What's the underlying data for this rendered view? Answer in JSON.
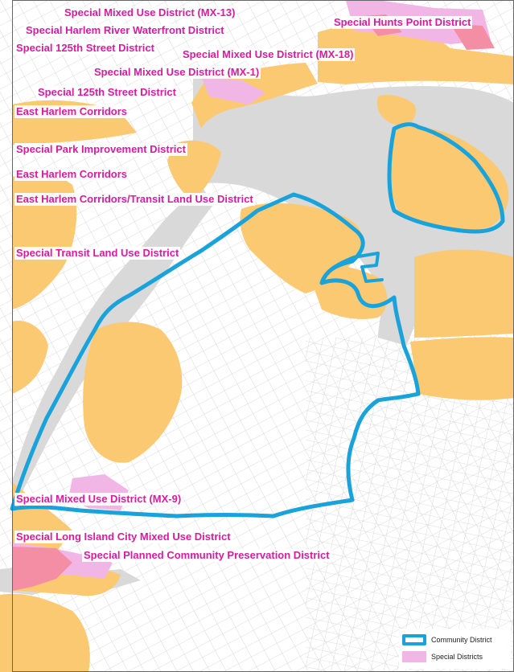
{
  "map": {
    "label_color": "#d81ba0",
    "colors": {
      "water": "#d9d9d9",
      "land": "#ffffff",
      "zoning": "#fcc973",
      "special_district": "#f2b6e6",
      "special_district_overlap": "#f48ea4",
      "community_district_boundary": "#1aa3db",
      "street": "#c4c4c4",
      "frame": "#666666"
    },
    "labels": [
      "Special Mixed Use District (MX-13)",
      "Special Harlem River Waterfront District",
      "Special 125th Street District",
      "Special Mixed Use District (MX-18)",
      "Special Mixed Use District (MX-1)",
      "Special 125th Street District",
      "East Harlem Corridors",
      "Special Hunts Point District",
      "Special Park Improvement District",
      "East Harlem Corridors",
      "East Harlem Corridors/Transit Land Use District",
      "Special Transit Land Use District",
      "Special Mixed Use District (MX-9)",
      "Special Long Island City Mixed Use District",
      "Special Planned Community Preservation District"
    ],
    "legend": [
      {
        "label": "Community District",
        "symbol": "boundary"
      },
      {
        "label": "Special Districts",
        "symbol": "fill"
      }
    ]
  }
}
